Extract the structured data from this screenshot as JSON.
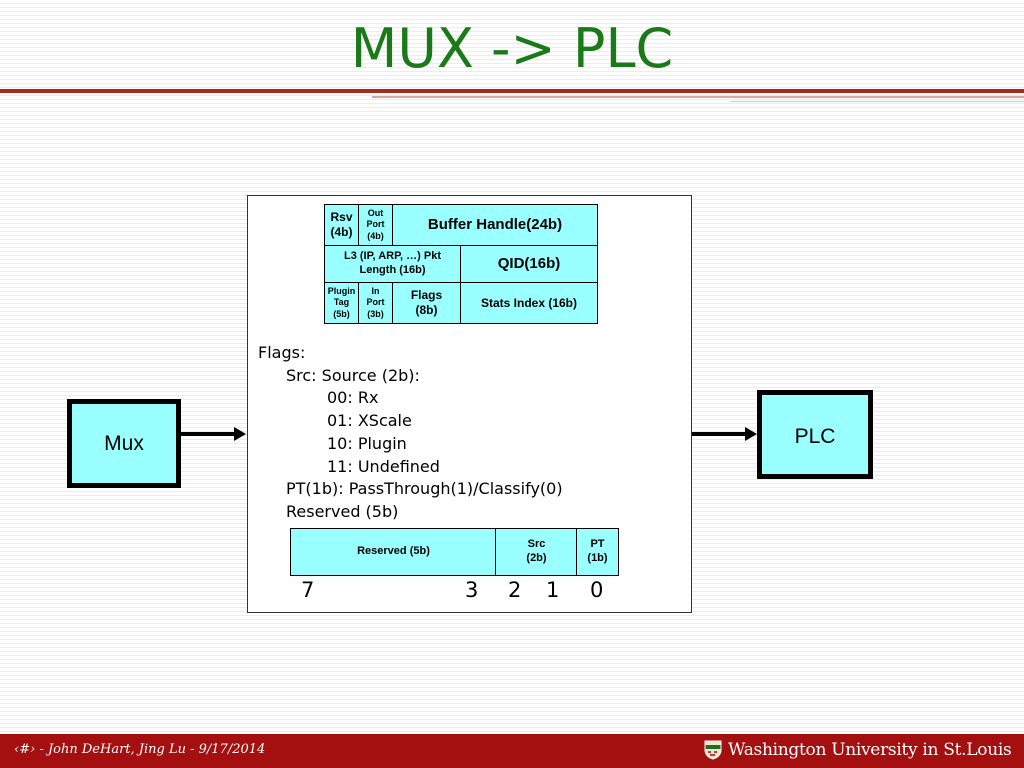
{
  "title": "MUX -> PLC",
  "header_fields": {
    "rsv": "Rsv\n(4b)",
    "out_port": "Out\nPort\n(4b)",
    "buffer_handle": "Buffer Handle(24b)",
    "l3_length": "L3 (IP, ARP, …) Pkt\nLength (16b)",
    "qid": "QID(16b)",
    "plugin_tag": "Plugin\nTag\n(5b)",
    "in_port": "In\nPort\n(3b)",
    "flags": "Flags\n(8b)",
    "stats_index": "Stats Index (16b)"
  },
  "flags_description": {
    "heading": "Flags:",
    "src": "Src: Source (2b):",
    "src_values": [
      "00: Rx",
      "01: XScale",
      "10: Plugin",
      "11: Undefined"
    ],
    "pt": "PT(1b): PassThrough(1)/Classify(0)",
    "reserved": "Reserved (5b)"
  },
  "flag_bits": {
    "reserved": "Reserved (5b)",
    "src": "Src\n(2b)",
    "pt": "PT\n(1b)",
    "bit_numbers": [
      "7",
      "3",
      "2",
      "1",
      "0"
    ]
  },
  "nodes": {
    "mux": "Mux",
    "plc": "PLC"
  },
  "footer": {
    "text": "‹#› - John DeHart, Jing Lu - 9/17/2014",
    "logo": "Washington University in St.Louis"
  },
  "colors": {
    "title": "#1a7a1a",
    "field_fill": "#99ffff",
    "footer_bg": "#a40f0f",
    "rule": "#a42a1c"
  }
}
